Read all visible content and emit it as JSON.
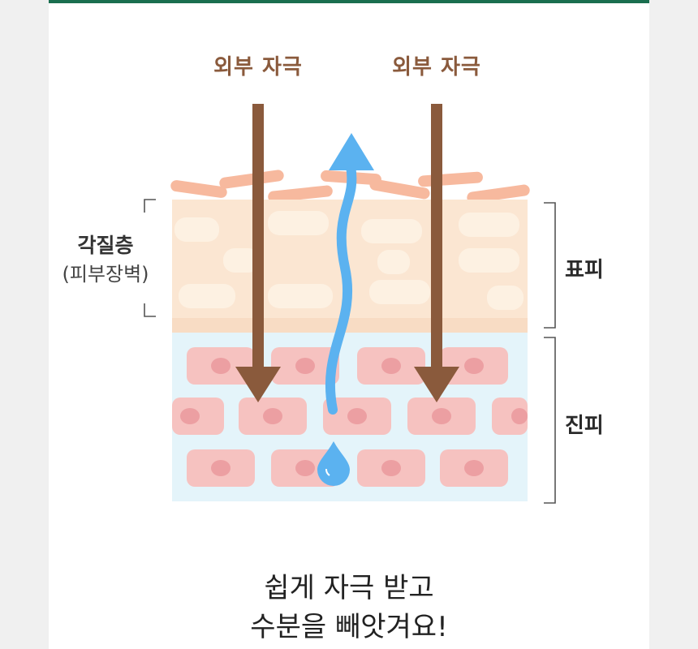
{
  "diagram": {
    "stimulus_left": "외부 자극",
    "stimulus_right": "외부 자극",
    "stratum_label": "각질층",
    "stratum_sub": "(피부장벽)",
    "epidermis_label": "표피",
    "dermis_label": "진피"
  },
  "caption": {
    "line1": "쉽게 자극 받고",
    "line2": "수분을 빼앗겨요!"
  },
  "colors": {
    "accent_bar": "#1a6e4f",
    "arrow_brown": "#8a5a3c",
    "water_blue": "#5bb2f0",
    "epidermis": "#fbe6d2",
    "dermis": "#e4f4fa",
    "cell": "#f6c2c0"
  },
  "icons": [
    "down-arrow-icon",
    "wavy-up-arrow-icon",
    "water-drop-icon"
  ]
}
